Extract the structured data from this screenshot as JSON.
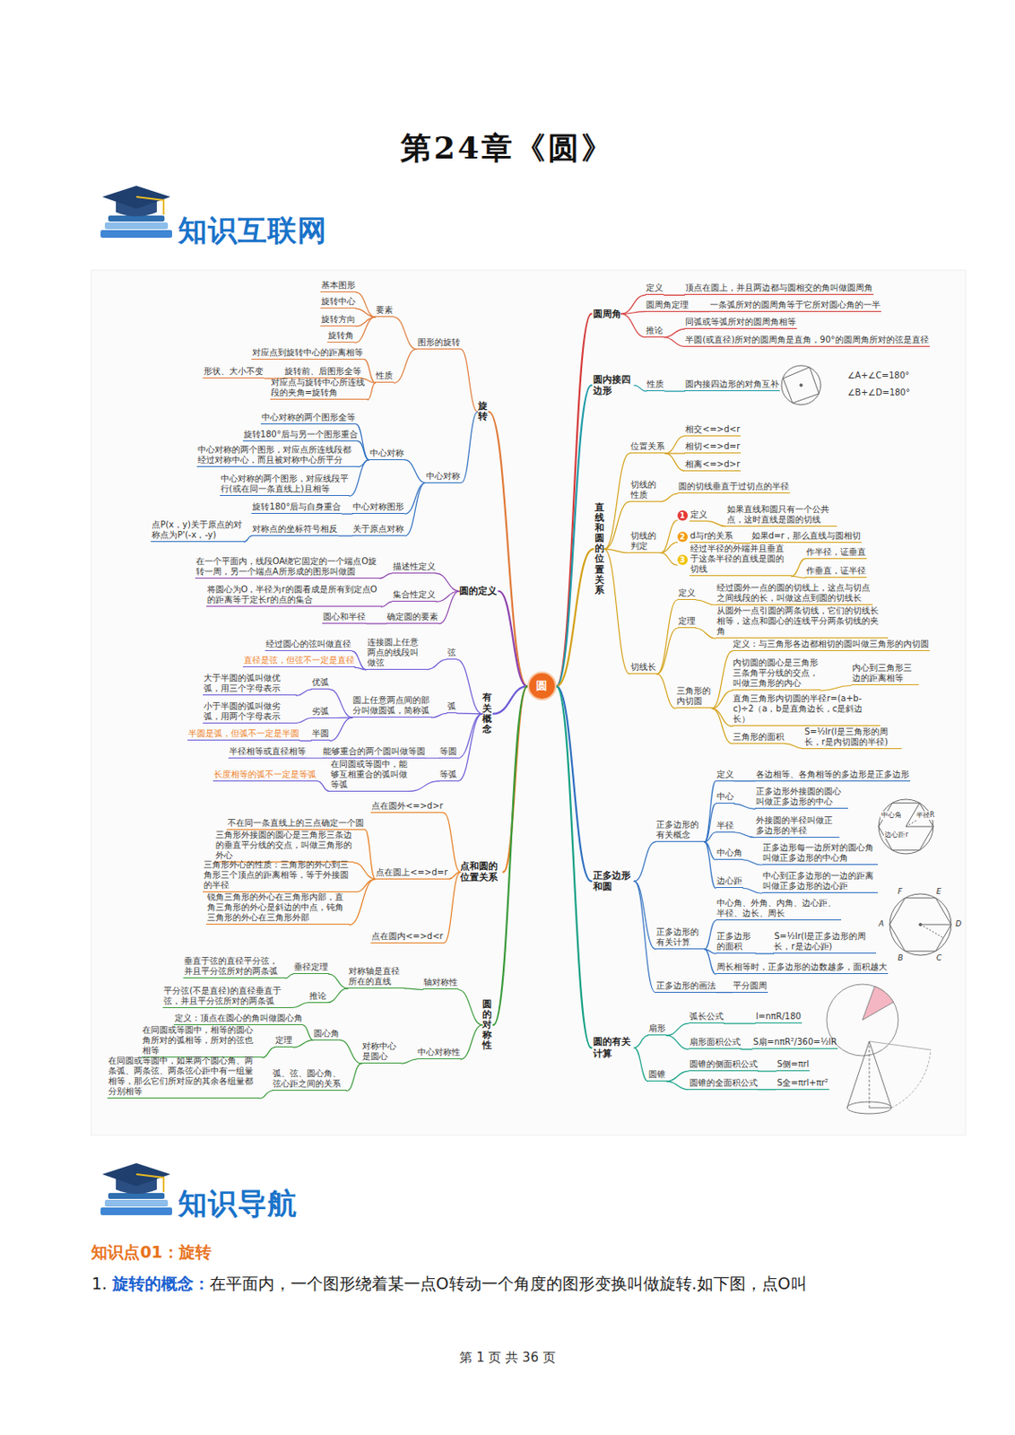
{
  "diagram": {
    "title": "第24章《圆》",
    "nodes": [
      {
        "text": [
          "圆"
        ]
      },
      {
        "text": [
          "旋转"
        ]
      },
      {
        "text": [
          "圆的定义"
        ]
      },
      {
        "text": [
          "有关概念"
        ]
      },
      {
        "text": [
          "点和圆的位置关系"
        ]
      },
      {
        "text": [
          "圆的对称性"
        ]
      },
      {
        "text": [
          "圆周角"
        ]
      },
      {
        "text": [
          "圆内接四边形"
        ]
      },
      {
        "text": [
          "直线和圆的位置关系"
        ]
      },
      {
        "text": [
          "正多边形和圆"
        ]
      },
      {
        "text": [
          "圆的有关计算"
        ]
      }
    ],
    "edges": [
      {
        "from": 0,
        "to": 1,
        "arrow": "none"
      },
      {
        "from": 0,
        "to": 2,
        "arrow": "none"
      },
      {
        "from": 0,
        "to": 3,
        "arrow": "none"
      },
      {
        "from": 0,
        "to": 4,
        "arrow": "none"
      },
      {
        "from": 0,
        "to": 5,
        "arrow": "none"
      },
      {
        "from": 0,
        "to": 6,
        "arrow": "none"
      },
      {
        "from": 0,
        "to": 7,
        "arrow": "none"
      },
      {
        "from": 0,
        "to": 8,
        "arrow": "none"
      },
      {
        "from": 0,
        "to": 9,
        "arrow": "none"
      },
      {
        "from": 0,
        "to": 10,
        "arrow": "none"
      }
    ],
    "labels": [
      "基本图形",
      "旋转中心",
      "旋转方向",
      "旋转角",
      "要素",
      "图形的旋转",
      "对应点到旋转中心的距离相等",
      "形状、大小不变",
      "旋转前、后图形全等",
      "性质",
      "对应点与旋转中心所连线段的夹角=旋转角",
      "中心对称的两个图形全等",
      "旋转180°后与另一个图形重合",
      "中心对称",
      "中心对称",
      "中心对称的两个图形，对应点所连线段都经过对称中心，而且被对称中心所平分",
      "中心对称的两个图形，对应线段平行(或在同一条直线上)且相等",
      "旋转180°后与自身重合",
      "中心对称图形",
      "点P(x，y)关于原点的对称点为P'(-x，-y)",
      "对称点的坐标符号相反",
      "关于原点对称",
      "在一个平面内，线段OA绕它固定的一个端点O旋转一周，另一个端点A所形成的图形叫做圆",
      "描述性定义",
      "将圆心为O，半径为r的圆看成是所有到定点O的距离等于定长r的点的集合",
      "集合性定义",
      "圆心和半径",
      "确定圆的要素",
      "经过圆心的弦叫做直径",
      "直径是弦，但弦不一定是直径",
      "连接圆上任意两点的线段叫做弦",
      "弦",
      "大于半圆的弧叫做优弧，用三个字母表示",
      "优弧",
      "小于半圆的弧叫做劣弧，用两个字母表示",
      "劣弧",
      "半圆是弧，但弧不一定是半圆",
      "半圆",
      "圆上任意两点间的部分叫做圆弧，简称弧",
      "弧",
      "半径相等或直径相等",
      "能够重合的两个圆叫做等圆",
      "等圆",
      "长度相等的弧不一定是等弧",
      "在同圆或等圆中，能够互相重合的弧叫做等弧",
      "等弧",
      "点在圆外<=>d>r",
      "不在同一条直线上的三点确定一个圆",
      "三角形外接圆的圆心是三角形三条边的垂直平分线的交点，叫做三角形的外心",
      "三角形外心的性质：三角形的外心到三角形三个顶点的距离相等，等于外接圆的半径",
      "点在圆上<=>d=r",
      "锐角三角形的外心在三角形内部，直角三角形的外心是斜边的中点，钝角三角形的外心在三角形外部",
      "点在圆内<=>d<r",
      "垂直于弦的直径平分弦，并且平分弦所对的两条弧",
      "垂径定理",
      "对称轴是直径所在的直线",
      "轴对称性",
      "平分弦(不是直径)的直径垂直于弦，并且平分弦所对的两条弧",
      "推论",
      "定义：顶点在圆心的角叫做圆心角",
      "在同圆或等圆中，相等的圆心角所对的弧相等，所对的弦也相等",
      "定理",
      "圆心角",
      "对称中心是圆心",
      "中心对称性",
      "在同圆或等圆中，如果两个圆心角、两条弧、两条弦、两条弦心距中有一组量相等，那么它们所对应的其余各组量都分别相等",
      "弧、弦、圆心角、弦心距之间的关系",
      "定义",
      "顶点在圆上，并且两边都与圆相交的角叫做圆周角",
      "圆周角定理",
      "一条弧所对的圆周角等于它所对圆心角的一半",
      "推论",
      "同弧或等弧所对的圆周角相等",
      "半圆(或直径)所对的圆周角是直角，90°的圆周角所对的弦是直径",
      "性质",
      "圆内接四边形的对角互补",
      "∠A+∠C=180°",
      "∠B+∠D=180°",
      "位置关系",
      "相交<=>d<r",
      "相切<=>d=r",
      "相离<=>d>r",
      "切线的性质",
      "圆的切线垂直于过切点的半径",
      "切线的判定",
      "1",
      "定义",
      "如果直线和圆只有一个公共点，这时直线是圆的切线",
      "2",
      "d与r的关系",
      "如果d=r，那么直线与圆相切",
      "3",
      "经过半径的外端并且垂直于这条半径的直线是圆的切线",
      "作半径，证垂直",
      "作垂直，证半径",
      "切线长",
      "定义",
      "经过圆外一点的圆的切线上，这点与切点之间线段的长，叫做这点到圆的切线长",
      "定理",
      "从圆外一点引圆的两条切线，它们的切线长相等，这点和圆心的连线平分两条切线的夹角",
      "三角形的内切圆",
      "定义：与三角形各边都相切的圆叫做三角形的内切圆",
      "内切圆的圆心是三角形三条角平分线的交点，叫做三角形的内心",
      "内心到三角形三边的距离相等",
      "直角三角形内切圆的半径r=(a+b-c)÷2（a，b是直角边长，c是斜边长）",
      "三角形的面积",
      "S=½lr(l是三角形的周长，r是内切圆的半径)",
      "正多边形的有关概念",
      "定义",
      "各边相等、各角相等的多边形是正多边形",
      "中心",
      "正多边形外接圆的圆心叫做正多边形的中心",
      "半径",
      "外接圆的半径叫做正多边形的半径",
      "中心角",
      "正多边形每一边所对的圆心角叫做正多边形的中心角",
      "边心距",
      "中心到正多边形的一边的距离叫做正多边形的边心距",
      "中心角",
      "半径R",
      "边心距r",
      "正多边形的有关计算",
      "中心角、外角、内角、边心距、半径、边长、周长",
      "正多边形的面积",
      "S=½lr(l是正多边形的周长，r是边心距)",
      "周长相等时，正多边形的边数越多，面积越大",
      "正多边形的画法",
      "平分圆周",
      "扇形",
      "弧长公式",
      "l=nπR/180",
      "扇形面积公式",
      "S扇=nπR²/360=½lR",
      "圆锥",
      "圆锥的侧面积公式",
      "S侧=πrl",
      "圆锥的全面积公式",
      "S全=πrl+πr²",
      "知识互联网",
      "知识导航",
      "知识点01：旋转",
      "1. ",
      "旋转的概念：",
      "在平面内，一个图形绕着某一点O转动一个角度的图形变换叫做旋转.如下图，点O叫",
      "第 1 页 共 36 页",
      "A",
      "B",
      "C",
      "D",
      "E",
      "F"
    ]
  }
}
